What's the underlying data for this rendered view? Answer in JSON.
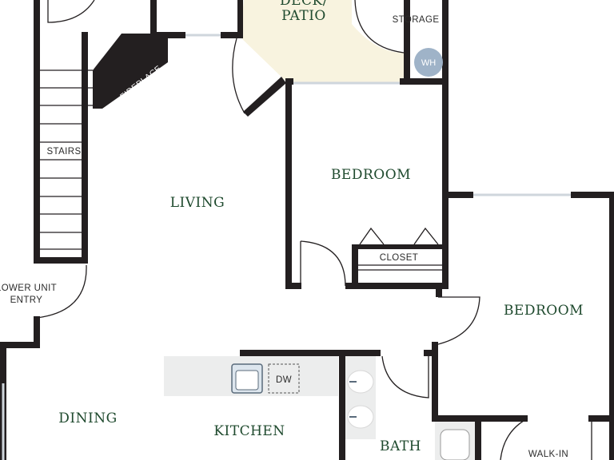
{
  "labels": {
    "deck_patio_line1": "DECK/",
    "deck_patio_line2": "PATIO",
    "storage": "STORAGE",
    "water_heater": "WH",
    "fireplace": "FIREPLACE",
    "stairs": "STAIRS",
    "living": "LIVING",
    "bedroom_1": "BEDROOM",
    "closet": "CLOSET",
    "bedroom_2": "BEDROOM",
    "lower_unit_entry_line1": "LOWER UNIT",
    "lower_unit_entry_line2": "ENTRY",
    "dishwasher": "DW",
    "dining": "DINING",
    "kitchen": "KITCHEN",
    "bath": "BATH",
    "walk_in": "WALK-IN"
  },
  "colors": {
    "wall": "#231f20",
    "deck_fill": "#f8f3df",
    "counter_fill": "#eceded",
    "water_heater_fill": "#9fb3c8",
    "room_label": "#1f4a2e",
    "window": "#cfd6dc"
  }
}
